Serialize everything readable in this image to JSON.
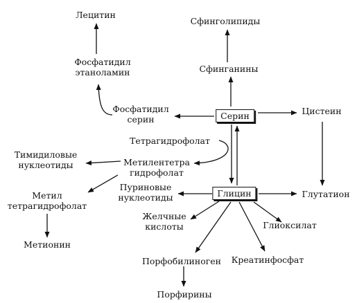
{
  "nodes": {
    "lecithin": "Лецитин",
    "phosphatidylethanolamine": [
      "Фосфатидил",
      "этаноламин"
    ],
    "sphingolipids": "Сфинголипиды",
    "sphinganines": "Сфинганины",
    "phosphatidylserine": [
      "Фосфатидил",
      "серин"
    ],
    "serine": "Серин",
    "cysteine": "Цистеин",
    "tetrahydrofolate": "Тетрагидрофолат",
    "thymidyl_nucleotides": [
      "Тимидиловые",
      "нуклеотиды"
    ],
    "methylenetetrahydrofolate": [
      "Метилентетра",
      "гидрофолат"
    ],
    "methyltetrahydrofolate": [
      "Метил",
      "тетрагидрофолат"
    ],
    "purine_nucleotides": [
      "Пуриновые",
      "нуклеотиды"
    ],
    "glycine": "Глицин",
    "glutathione": "Глутатион",
    "bile_acids": [
      "Желчные",
      "кислоты"
    ],
    "glyoxylate": "Глиоксилат",
    "methionine": "Метионин",
    "porphobilinogen": "Порфобилиноген",
    "creatine_phosphate": "Креатинфосфат",
    "porphyrins": "Порфирины"
  }
}
